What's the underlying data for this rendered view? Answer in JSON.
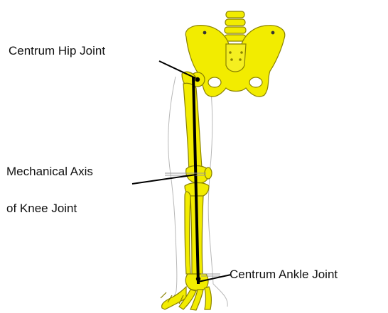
{
  "labels": {
    "hip_joint": "Centrum Hip Joint",
    "mechanical_axis_line1": "Mechanical Axis",
    "mechanical_axis_line2": "of Knee Joint",
    "ankle_joint": "Centrum Ankle Joint"
  },
  "colors": {
    "bone": "#f2ec00",
    "bone_outline": "#8a8200",
    "axis_line": "#000000",
    "leg_outline": "#b8b8b8",
    "text": "#111111"
  }
}
